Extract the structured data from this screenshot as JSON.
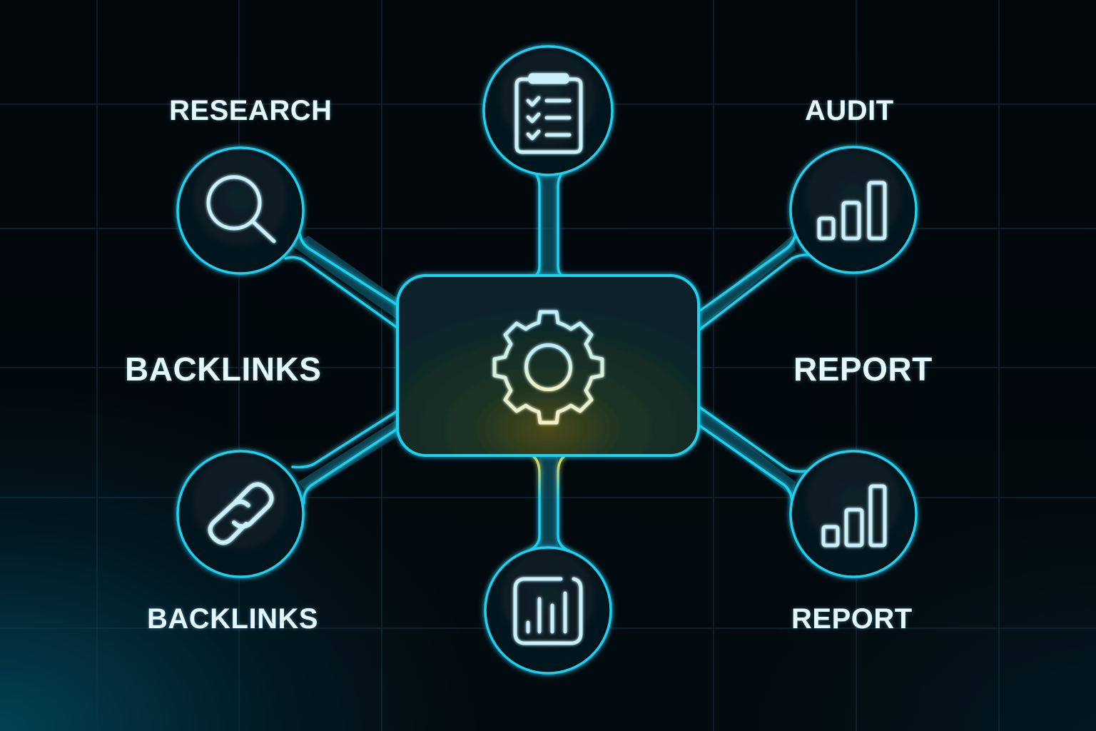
{
  "diagram": {
    "type": "hub-and-spoke",
    "colors": {
      "background": "#02070b",
      "accent": "#1ed2f0",
      "icon_stroke": "#c9f1fb",
      "hub_glow": "#e6d35a"
    },
    "hub": {
      "icon": "gear-icon",
      "shape": "rounded-rectangle"
    },
    "nodes": [
      {
        "id": "top",
        "icon": "clipboard-checklist-icon"
      },
      {
        "id": "upper-left",
        "icon": "magnifier-search-icon"
      },
      {
        "id": "upper-right",
        "icon": "bar-chart-icon"
      },
      {
        "id": "lower-left",
        "icon": "link-chain-icon"
      },
      {
        "id": "bottom",
        "icon": "analytics-chart-icon"
      },
      {
        "id": "lower-right",
        "icon": "bar-chart-icon"
      }
    ],
    "labels": {
      "research": "RESEARCH",
      "audit": "AUDIT",
      "backlinks_mid": "BACKLINKS",
      "report_mid": "REPORT",
      "backlinks_bottom": "BACKLINKS",
      "report_bottom": "REPORT"
    }
  }
}
